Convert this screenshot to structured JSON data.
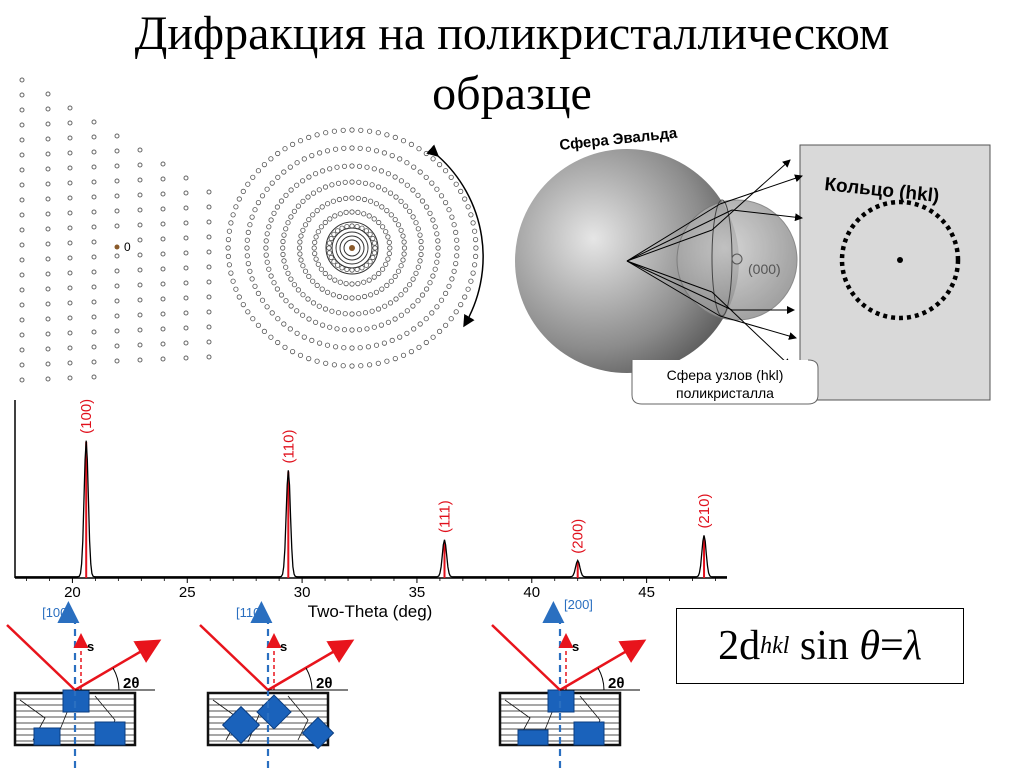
{
  "title": {
    "line1": "Дифракция на поликристаллическом",
    "line2": "образце"
  },
  "ewald": {
    "sphere_label": "Сфера Эвальда",
    "origin_label": "(000)",
    "ring_label": "Кольцо (hkl)",
    "node_sphere_line1": "Сфера узлов (hkl)",
    "node_sphere_line2": "поликристалла"
  },
  "lattice": {
    "origin_label": "0"
  },
  "formula": {
    "two_d": "2d",
    "sub": "hkl",
    "sin": "sin",
    "theta": "θ",
    "eq": " = ",
    "lambda": "λ"
  },
  "chart_data": {
    "type": "line",
    "xlabel": "Two-Theta (deg)",
    "ylabel": "",
    "xlim": [
      17.5,
      48.5
    ],
    "xticks": [
      20,
      25,
      30,
      35,
      40,
      45
    ],
    "peaks": [
      {
        "label": "(100)",
        "x": 20.6,
        "height": 0.92
      },
      {
        "label": "(110)",
        "x": 29.4,
        "height": 0.72
      },
      {
        "label": "(111)",
        "x": 36.2,
        "height": 0.25
      },
      {
        "label": "(200)",
        "x": 42.0,
        "height": 0.11
      },
      {
        "label": "(210)",
        "x": 47.5,
        "height": 0.28
      }
    ]
  },
  "grains": {
    "directions": [
      "[100]",
      "[110]",
      "[200]"
    ],
    "s_label": "s",
    "angle_label": "2θ"
  },
  "colors": {
    "peak_label": "#e0101c",
    "arrow": "#e8141c",
    "direction": "#2a6fc0",
    "crystal": "#1a62bb"
  }
}
